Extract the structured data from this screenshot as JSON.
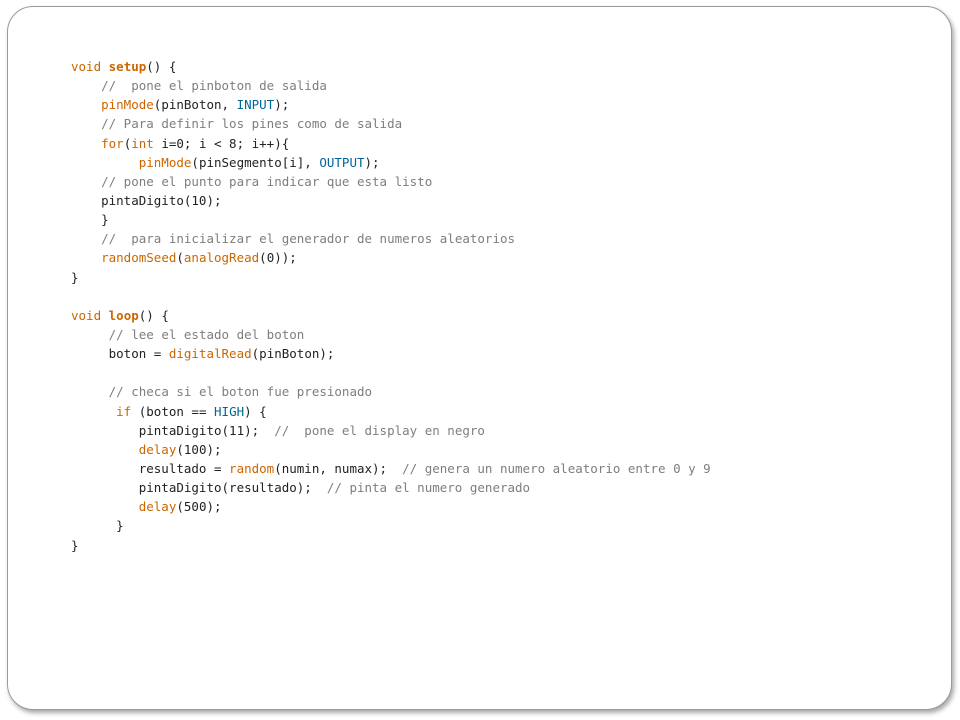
{
  "colors": {
    "keyword": "#cc6600",
    "function": "#cc6600",
    "constant": "#006699",
    "comment": "#7e7e7e",
    "plain": "#222222",
    "frame_border": "#9a9a9a"
  },
  "code": {
    "language": "arduino",
    "lines": [
      [
        {
          "t": "keyword",
          "v": "void "
        },
        {
          "t": "kwbold",
          "v": "setup"
        },
        {
          "t": "plain",
          "v": "() {"
        }
      ],
      [
        {
          "t": "plain",
          "v": "    "
        },
        {
          "t": "comment",
          "v": "//  pone el pinboton de salida"
        }
      ],
      [
        {
          "t": "plain",
          "v": "    "
        },
        {
          "t": "function",
          "v": "pinMode"
        },
        {
          "t": "plain",
          "v": "(pinBoton, "
        },
        {
          "t": "constant",
          "v": "INPUT"
        },
        {
          "t": "plain",
          "v": ");"
        }
      ],
      [
        {
          "t": "plain",
          "v": "    "
        },
        {
          "t": "comment",
          "v": "// Para definir los pines como de salida"
        }
      ],
      [
        {
          "t": "plain",
          "v": "    "
        },
        {
          "t": "keyword",
          "v": "for"
        },
        {
          "t": "plain",
          "v": "("
        },
        {
          "t": "keyword",
          "v": "int"
        },
        {
          "t": "plain",
          "v": " i=0; i < 8; i++){"
        }
      ],
      [
        {
          "t": "plain",
          "v": "         "
        },
        {
          "t": "function",
          "v": "pinMode"
        },
        {
          "t": "plain",
          "v": "(pinSegmento[i], "
        },
        {
          "t": "constant",
          "v": "OUTPUT"
        },
        {
          "t": "plain",
          "v": ");"
        }
      ],
      [
        {
          "t": "plain",
          "v": "    "
        },
        {
          "t": "comment",
          "v": "// pone el punto para indicar que esta listo"
        }
      ],
      [
        {
          "t": "plain",
          "v": "    pintaDigito(10);"
        }
      ],
      [
        {
          "t": "plain",
          "v": "    }"
        }
      ],
      [
        {
          "t": "plain",
          "v": "    "
        },
        {
          "t": "comment",
          "v": "//  para inicializar el generador de numeros aleatorios"
        }
      ],
      [
        {
          "t": "plain",
          "v": "    "
        },
        {
          "t": "function",
          "v": "randomSeed"
        },
        {
          "t": "plain",
          "v": "("
        },
        {
          "t": "function",
          "v": "analogRead"
        },
        {
          "t": "plain",
          "v": "(0));"
        }
      ],
      [
        {
          "t": "plain",
          "v": "}"
        }
      ],
      [
        {
          "t": "plain",
          "v": ""
        }
      ],
      [
        {
          "t": "keyword",
          "v": "void "
        },
        {
          "t": "kwbold",
          "v": "loop"
        },
        {
          "t": "plain",
          "v": "() {"
        }
      ],
      [
        {
          "t": "plain",
          "v": "     "
        },
        {
          "t": "comment",
          "v": "// lee el estado del boton"
        }
      ],
      [
        {
          "t": "plain",
          "v": "     boton = "
        },
        {
          "t": "function",
          "v": "digitalRead"
        },
        {
          "t": "plain",
          "v": "(pinBoton);"
        }
      ],
      [
        {
          "t": "plain",
          "v": ""
        }
      ],
      [
        {
          "t": "plain",
          "v": "     "
        },
        {
          "t": "comment",
          "v": "// checa si el boton fue presionado"
        }
      ],
      [
        {
          "t": "plain",
          "v": "      "
        },
        {
          "t": "keyword",
          "v": "if"
        },
        {
          "t": "plain",
          "v": " (boton == "
        },
        {
          "t": "constant",
          "v": "HIGH"
        },
        {
          "t": "plain",
          "v": ") {"
        }
      ],
      [
        {
          "t": "plain",
          "v": "         pintaDigito(11);  "
        },
        {
          "t": "comment",
          "v": "//  pone el display en negro"
        }
      ],
      [
        {
          "t": "plain",
          "v": "         "
        },
        {
          "t": "function",
          "v": "delay"
        },
        {
          "t": "plain",
          "v": "(100);"
        }
      ],
      [
        {
          "t": "plain",
          "v": "         resultado = "
        },
        {
          "t": "function",
          "v": "random"
        },
        {
          "t": "plain",
          "v": "(numin, numax);  "
        },
        {
          "t": "comment",
          "v": "// genera un numero aleatorio entre 0 y 9"
        }
      ],
      [
        {
          "t": "plain",
          "v": "         pintaDigito(resultado);  "
        },
        {
          "t": "comment",
          "v": "// pinta el numero generado"
        }
      ],
      [
        {
          "t": "plain",
          "v": "         "
        },
        {
          "t": "function",
          "v": "delay"
        },
        {
          "t": "plain",
          "v": "(500);"
        }
      ],
      [
        {
          "t": "plain",
          "v": "      }"
        }
      ],
      [
        {
          "t": "plain",
          "v": "}"
        }
      ]
    ]
  }
}
